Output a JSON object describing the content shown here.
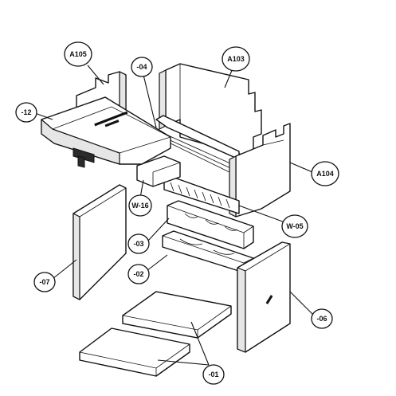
{
  "diagram": {
    "callouts": {
      "a105": "A105",
      "m04": "-04",
      "a103": "A103",
      "m12": "-12",
      "a104": "A104",
      "w16": "W-16",
      "w05": "W-05",
      "m03": "-03",
      "m07": "-07",
      "m02": "-02",
      "m06": "-06",
      "m01": "-01"
    }
  }
}
